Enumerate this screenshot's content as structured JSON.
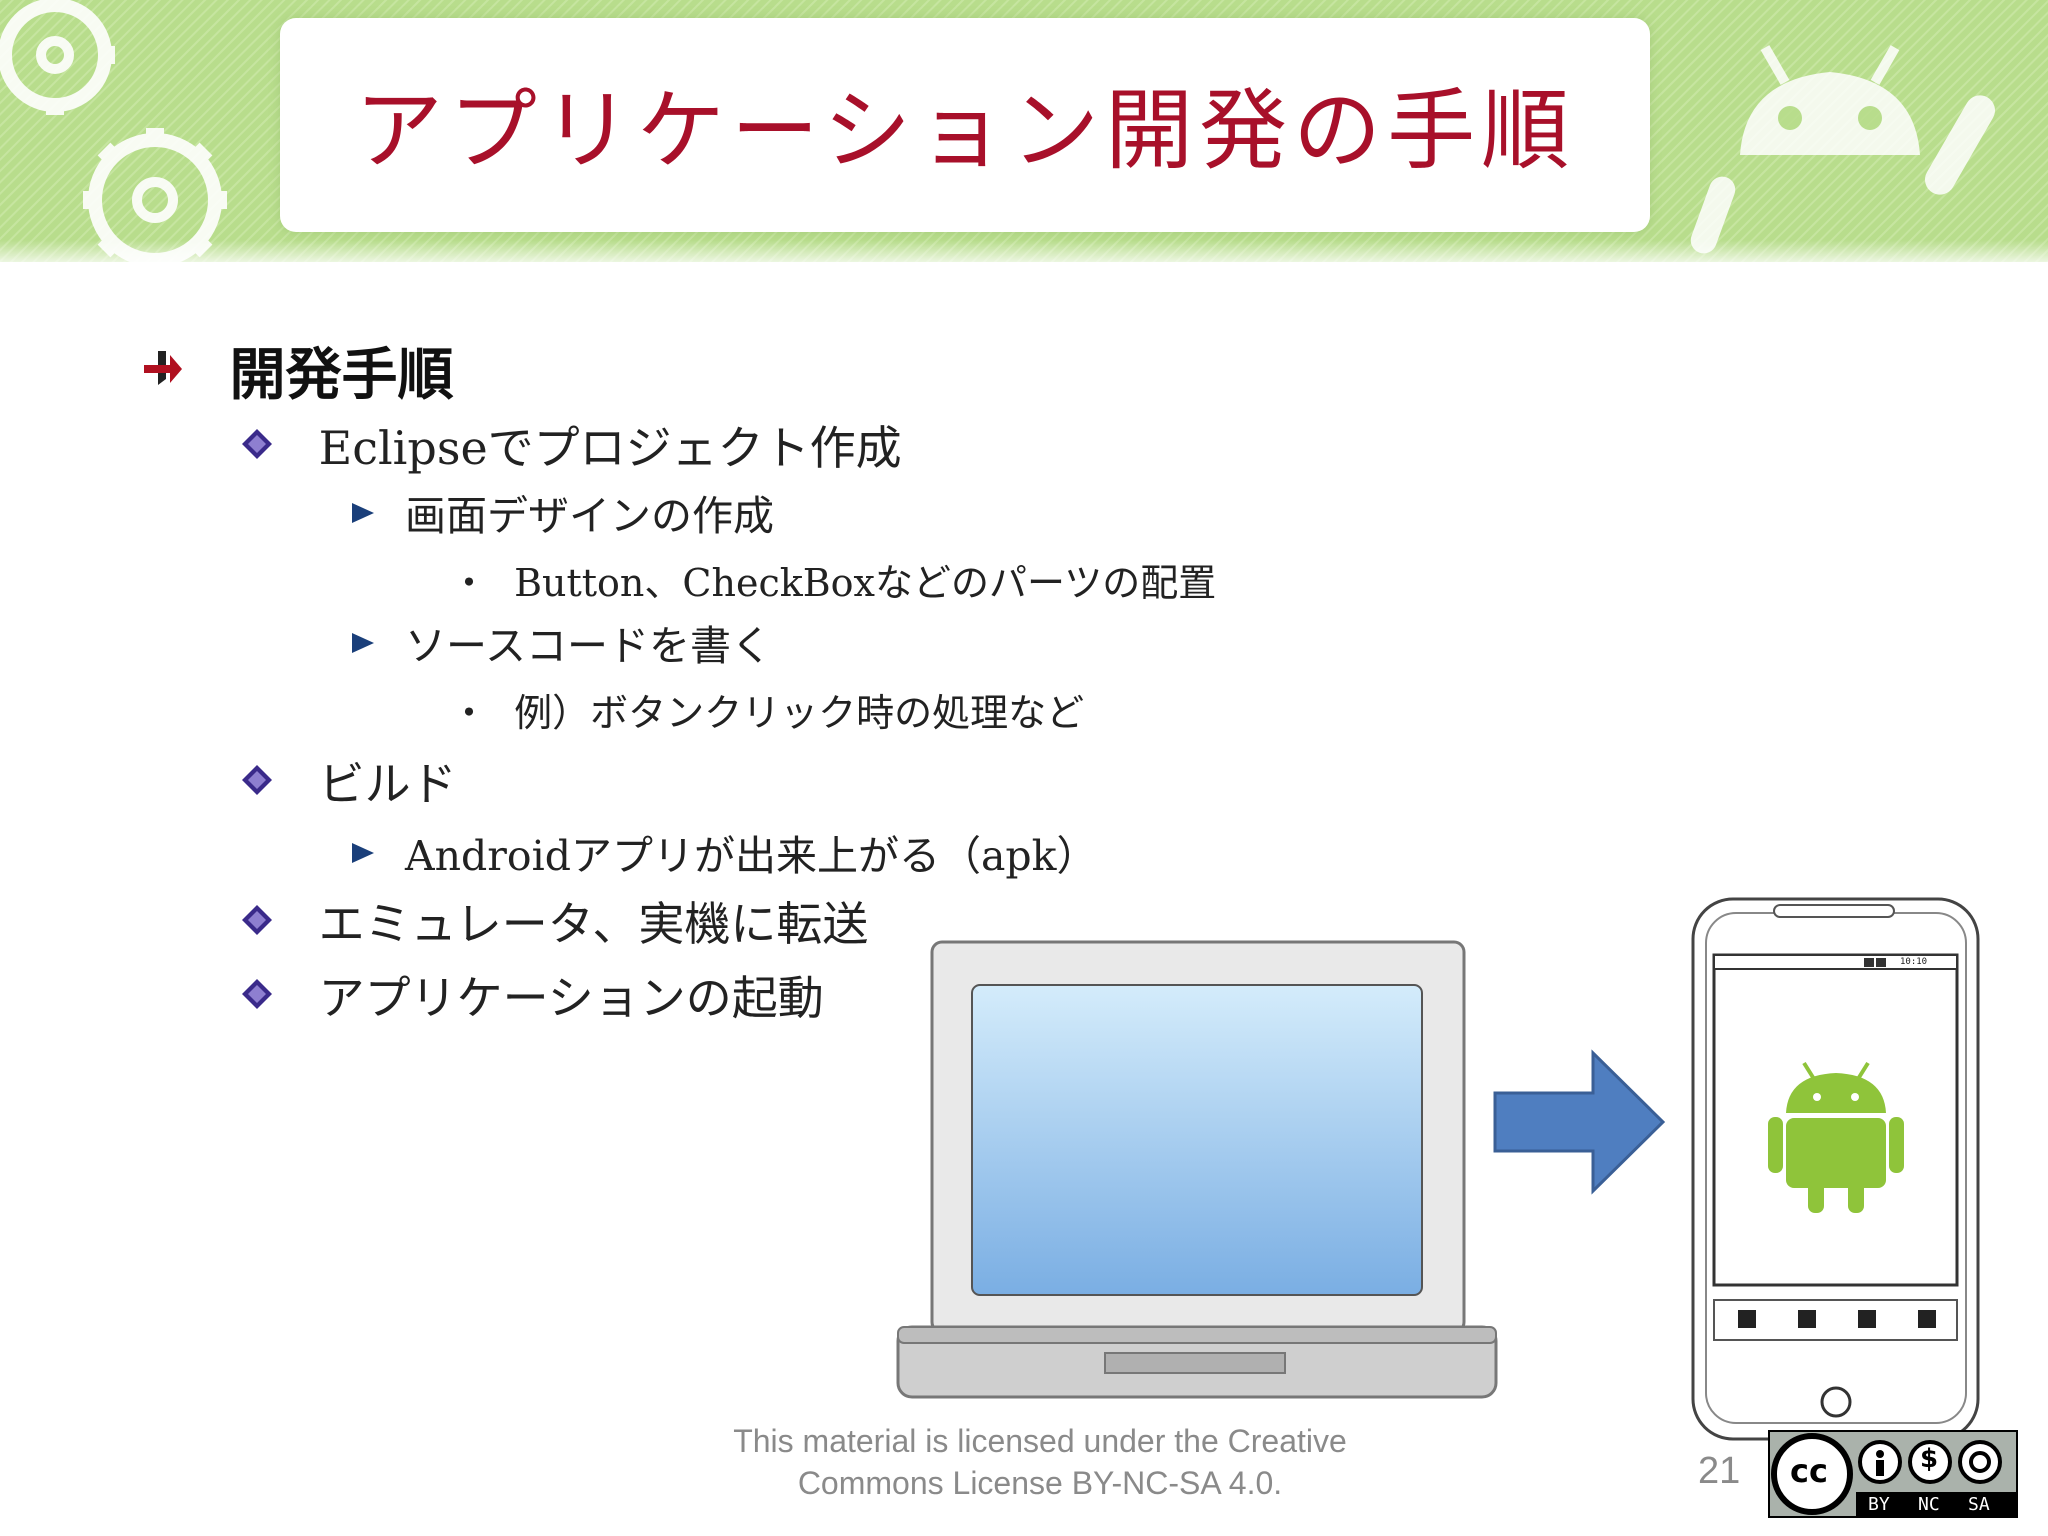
{
  "slide": {
    "title": "アプリケーション開発の手順",
    "page_number": "21"
  },
  "outline": {
    "heading": "開発手順",
    "items": [
      {
        "text": "Eclipseでプロジェクト作成"
      },
      {
        "text": "画面デザインの作成"
      },
      {
        "text": "Button、CheckBoxなどのパーツの配置"
      },
      {
        "text": "ソースコードを書く"
      },
      {
        "text": "例）ボタンクリック時の処理など"
      },
      {
        "text": "ビルド"
      },
      {
        "text": "Androidアプリが出来上がる（apk）"
      },
      {
        "text": "エミュレータ、実機に転送"
      },
      {
        "text": "アプリケーションの起動"
      }
    ],
    "bullet_dot": "・"
  },
  "footer": {
    "license_line1": "This material is licensed under the Creative",
    "license_line2": "Commons License BY-NC-SA 4.0.",
    "badge": {
      "cc": "cc",
      "by": "BY",
      "nc": "NC",
      "sa": "SA"
    }
  },
  "phone": {
    "status_time": "10:10"
  },
  "colors": {
    "title": "#a8102a",
    "header_green": "#b6dc8a",
    "android_green": "#8fc43a",
    "arrow_blue": "#4f7ec0",
    "diamond_purple": "#5b2ca0"
  },
  "icons": {
    "heading_marker": "red-arrow-icon",
    "level2_marker": "diamond-icon",
    "level3_marker": "triangle-icon",
    "header_left": "gears-icon",
    "header_right": "android-robot-icon"
  }
}
